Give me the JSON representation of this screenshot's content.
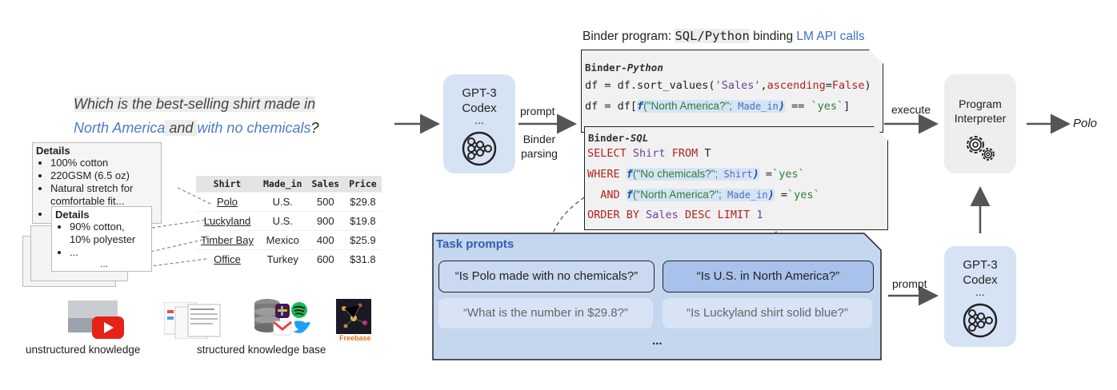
{
  "question": {
    "prefix": "Which is the best-selling shirt made in",
    "blue1": "North America",
    "and": " and ",
    "blue2": "with no chemicals",
    "qmark": "?"
  },
  "doc_back": {
    "title": "Details",
    "items": [
      "100% cotton",
      "220GSM (6.5 oz)",
      "Natural stretch for comfortable fit...",
      "..."
    ]
  },
  "doc_front": {
    "title": "Details",
    "items": [
      "90% cotton, 10% polyester",
      "..."
    ],
    "tail": "..."
  },
  "table": {
    "headers": [
      "Shirt",
      "Made_in",
      "Sales",
      "Price"
    ],
    "rows": [
      [
        "Polo",
        "U.S.",
        "500",
        "$29.8"
      ],
      [
        "Luckyland",
        "U.S.",
        "900",
        "$19.8"
      ],
      [
        "Timber Bay",
        "Mexico",
        "400",
        "$25.9"
      ],
      [
        "Office",
        "Turkey",
        "600",
        "$31.8"
      ]
    ]
  },
  "captions": {
    "unstructured": "unstructured knowledge",
    "structured": "structured knowledge base"
  },
  "freebase_label": "Freebase",
  "codex_left": {
    "line1": "GPT-3",
    "line2": "Codex",
    "dots": "..."
  },
  "codex_right": {
    "line1": "GPT-3",
    "line2": "Codex",
    "dots": "..."
  },
  "labels": {
    "prompt_top": "prompt",
    "binder_parsing1": "Binder",
    "binder_parsing2": "parsing",
    "execute": "execute",
    "prompt_bottom": "prompt"
  },
  "program_title": {
    "pre": "Binder program: ",
    "mono": "SQL/Python",
    "mid": " binding ",
    "blue": "LM API calls"
  },
  "python_block": {
    "title_pre": "Binder-",
    "title_lang": "Python",
    "l1_a": "df = df.sort_values(",
    "l1_s": "'Sales'",
    "l1_b": ",",
    "l1_k": "ascending",
    "l1_c": "=",
    "l1_v": "False",
    "l1_d": ")",
    "l2_a": "df = df[",
    "l2_f": "f",
    "l2_q": "(\"North America?\";",
    "l2_col": " Made_in",
    "l2_p": ")",
    "l2_b": " == ",
    "l2_s": "`yes`",
    "l2_e": "]"
  },
  "sql_block": {
    "title_pre": "Binder-",
    "title_lang": "SQL",
    "l1_k1": "SELECT",
    "l1_n1": " Shirt ",
    "l1_k2": "FROM",
    "l1_n2": " T",
    "l2_k": "WHERE",
    "l2_f": "f",
    "l2_q": "(\"No chemicals?\";",
    "l2_col": " Shirt",
    "l2_p": ")",
    "l2_eq": " =",
    "l2_s": "`yes`",
    "l3_k": "AND",
    "l3_f": "f",
    "l3_q": "(\"North America?\";",
    "l3_col": " Made_in",
    "l3_p": ")",
    "l3_eq": " =",
    "l3_s": "`yes`",
    "l4_k1": "ORDER BY",
    "l4_n": " Sales ",
    "l4_k2": "DESC LIMIT",
    "l4_v": " 1"
  },
  "tasks": {
    "title": "Task prompts",
    "active": [
      "“Is Polo made with no chemicals?”",
      "“Is U.S. in North America?”"
    ],
    "inactive": [
      "“What is the number in $29.8?”",
      "“Is Luckyland shirt solid blue?”"
    ],
    "more": "..."
  },
  "interpreter": {
    "line1": "Program",
    "line2": "Interpreter"
  },
  "result": "Polo",
  "colors": {
    "codex_bg": "#d6e3f5",
    "task_bg": "#c5d6ef",
    "nl_blue": "#4a7cc7",
    "keyword": "#b22222",
    "string": "#2e7d32"
  }
}
